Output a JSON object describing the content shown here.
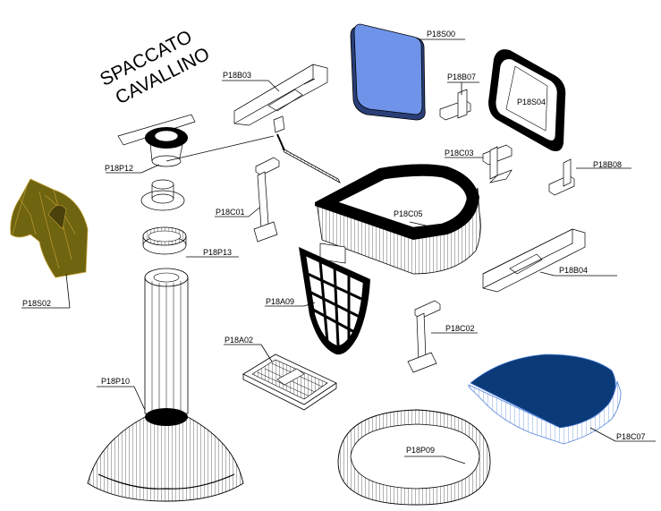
{
  "title": {
    "line1": "SPACCATO",
    "line2": "CAVALLINO"
  },
  "labels": {
    "p18s00": "P18S00",
    "p18b03": "P18B03",
    "p18b07": "P18B07",
    "p18s04": "P18S04",
    "p18c03": "P18C03",
    "p18b08": "P18B08",
    "p18p12": "P18P12",
    "p18c01": "P18C01",
    "p18c05": "P18C05",
    "p18p13": "P18P13",
    "p18b04": "P18B04",
    "p18s02": "P18S02",
    "p18a09": "P18A09",
    "p18c02": "P18C02",
    "p18a02": "P18A02",
    "p18p10": "P18P10",
    "p18c07": "P18C07",
    "p18p09": "P18P09"
  },
  "colors": {
    "p18s00_fill": "#6f93e8",
    "p18c07_fill": "#0b3a78",
    "p18c07_edge": "#4d7fd9",
    "p18s02_fill": "#6f6410",
    "p18s02_edge": "#c8a43a"
  }
}
